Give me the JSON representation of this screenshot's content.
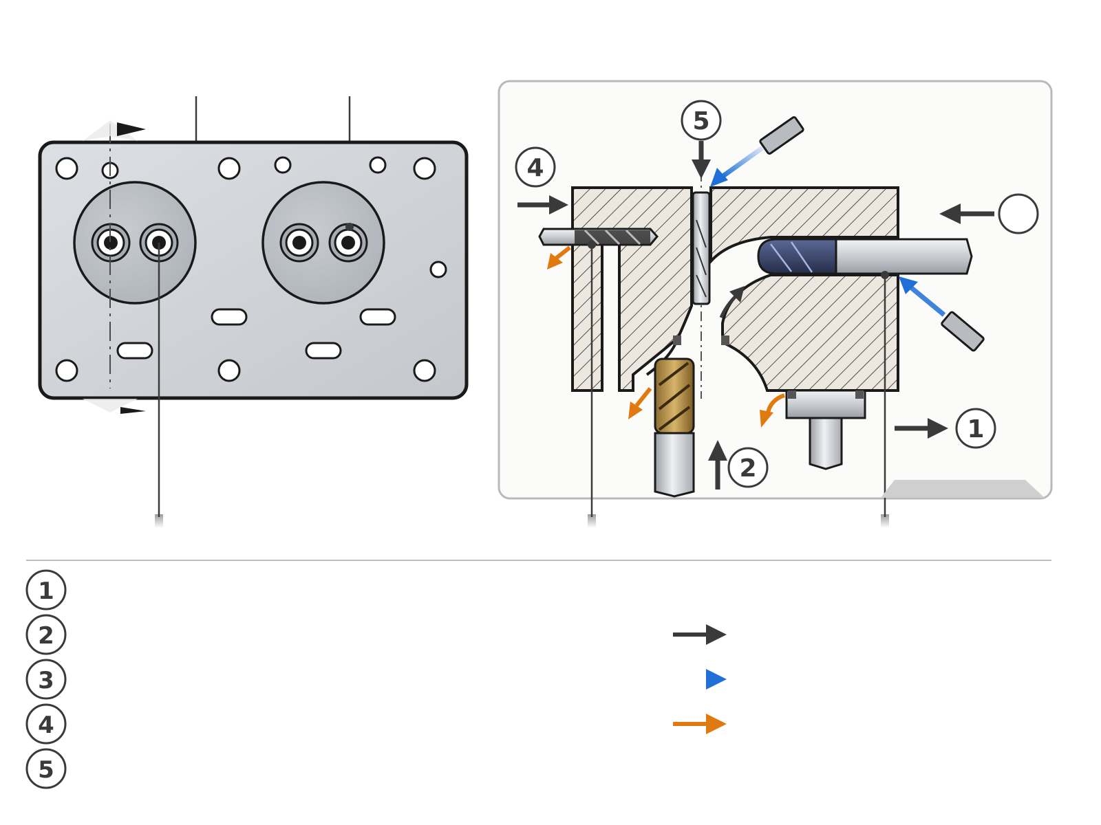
{
  "callouts": {
    "one": "1",
    "two": "2",
    "four": "4",
    "five": "5",
    "three": ""
  },
  "legend": {
    "items": [
      {
        "marker": "1",
        "text": ""
      },
      {
        "marker": "2",
        "text": ""
      },
      {
        "marker": "3",
        "text": ""
      },
      {
        "marker": "4",
        "text": ""
      },
      {
        "marker": "5",
        "text": ""
      }
    ],
    "arrows": [
      {
        "kind": "feed",
        "color": "#3a3a3a",
        "text": ""
      },
      {
        "kind": "coolant",
        "color": "#1f6fd6",
        "text": ""
      },
      {
        "kind": "chip",
        "color": "#e07a10",
        "text": ""
      }
    ]
  },
  "colors": {
    "outline": "#1a1a1a",
    "plate": "#cfd3d8",
    "section_fill": "#ece7df",
    "panel_bg": "#fbfbf9",
    "coolant": "#1f6fd6",
    "chip": "#e07a10",
    "feed": "#3a3a3a"
  }
}
